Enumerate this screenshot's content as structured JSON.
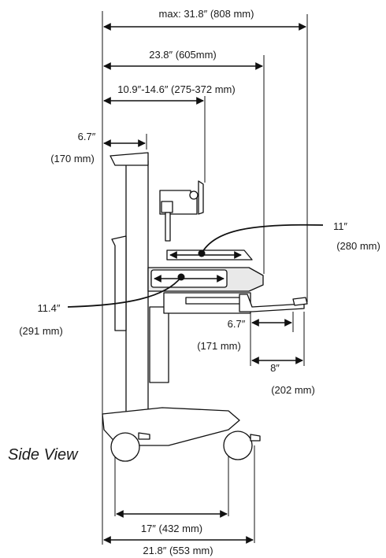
{
  "title": "Side View",
  "dimensions": {
    "max_reach": "max: 31.8″ (808 mm)",
    "reach": "23.8″ (605mm)",
    "monitor_range": "10.9″-14.6″ (275-372 mm)",
    "top_depth_in": "6.7″",
    "top_depth_mm": "(170 mm)",
    "worksurface_in": "11″",
    "worksurface_mm": "(280 mm)",
    "drawer_in": "11.4″",
    "drawer_mm": "(291 mm)",
    "keyboard_in": "6.7″",
    "keyboard_mm": "(171 mm)",
    "mouse_in": "8″",
    "mouse_mm": "(202 mm)",
    "wheelbase": "17″ (432 mm)",
    "base_depth": "21.8″ (553 mm)"
  },
  "colors": {
    "line": "#111111",
    "panel_fill": "#e9e9e9",
    "background": "#ffffff"
  }
}
